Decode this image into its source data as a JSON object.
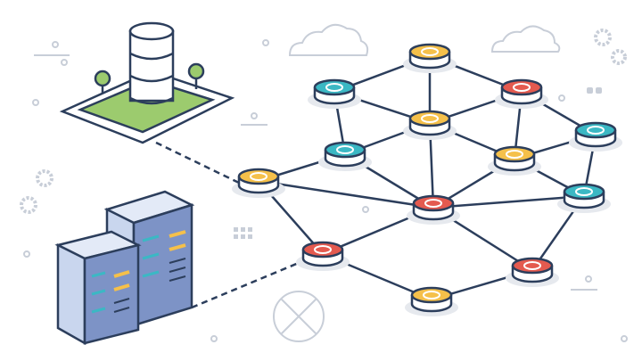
{
  "colors": {
    "outline": "#2c3e5c",
    "teal": "#3bb8c4",
    "yellow": "#f5c04a",
    "red": "#e45a4f",
    "grass": "#9ccb6e",
    "server": "#c9d6ee",
    "server_dark": "#7d93c6",
    "decor": "#c8ced8"
  },
  "network": {
    "nodes": [
      "yellow",
      "teal",
      "red",
      "yellow",
      "teal",
      "teal",
      "yellow",
      "yellow",
      "teal",
      "red",
      "red",
      "red",
      "yellow"
    ],
    "edges": [
      [
        0,
        1
      ],
      [
        0,
        2
      ],
      [
        0,
        3
      ],
      [
        1,
        3
      ],
      [
        2,
        3
      ],
      [
        2,
        4
      ],
      [
        2,
        6
      ],
      [
        1,
        5
      ],
      [
        3,
        5
      ],
      [
        3,
        6
      ],
      [
        3,
        9
      ],
      [
        5,
        7
      ],
      [
        5,
        9
      ],
      [
        6,
        4
      ],
      [
        6,
        9
      ],
      [
        6,
        8
      ],
      [
        4,
        8
      ],
      [
        7,
        10
      ],
      [
        7,
        9
      ],
      [
        9,
        8
      ],
      [
        9,
        10
      ],
      [
        9,
        11
      ],
      [
        8,
        11
      ],
      [
        10,
        12
      ],
      [
        11,
        12
      ]
    ]
  }
}
